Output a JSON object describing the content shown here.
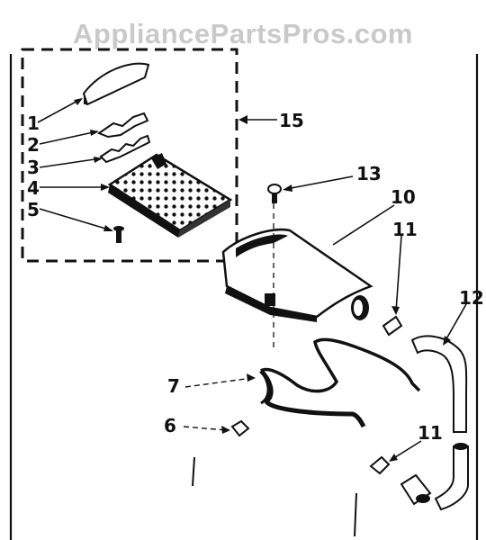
{
  "watermark": "AppliancePartsPros.com",
  "callouts": [
    {
      "id": "1",
      "text": "1"
    },
    {
      "id": "2",
      "text": "2"
    },
    {
      "id": "3",
      "text": "3"
    },
    {
      "id": "4",
      "text": "4"
    },
    {
      "id": "5",
      "text": "5"
    },
    {
      "id": "15",
      "text": "15"
    },
    {
      "id": "13",
      "text": "13"
    },
    {
      "id": "10",
      "text": "10"
    },
    {
      "id": "11a",
      "text": "11"
    },
    {
      "id": "12",
      "text": "12"
    },
    {
      "id": "7",
      "text": "7"
    },
    {
      "id": "6",
      "text": "6"
    },
    {
      "id": "11b",
      "text": "11"
    }
  ]
}
